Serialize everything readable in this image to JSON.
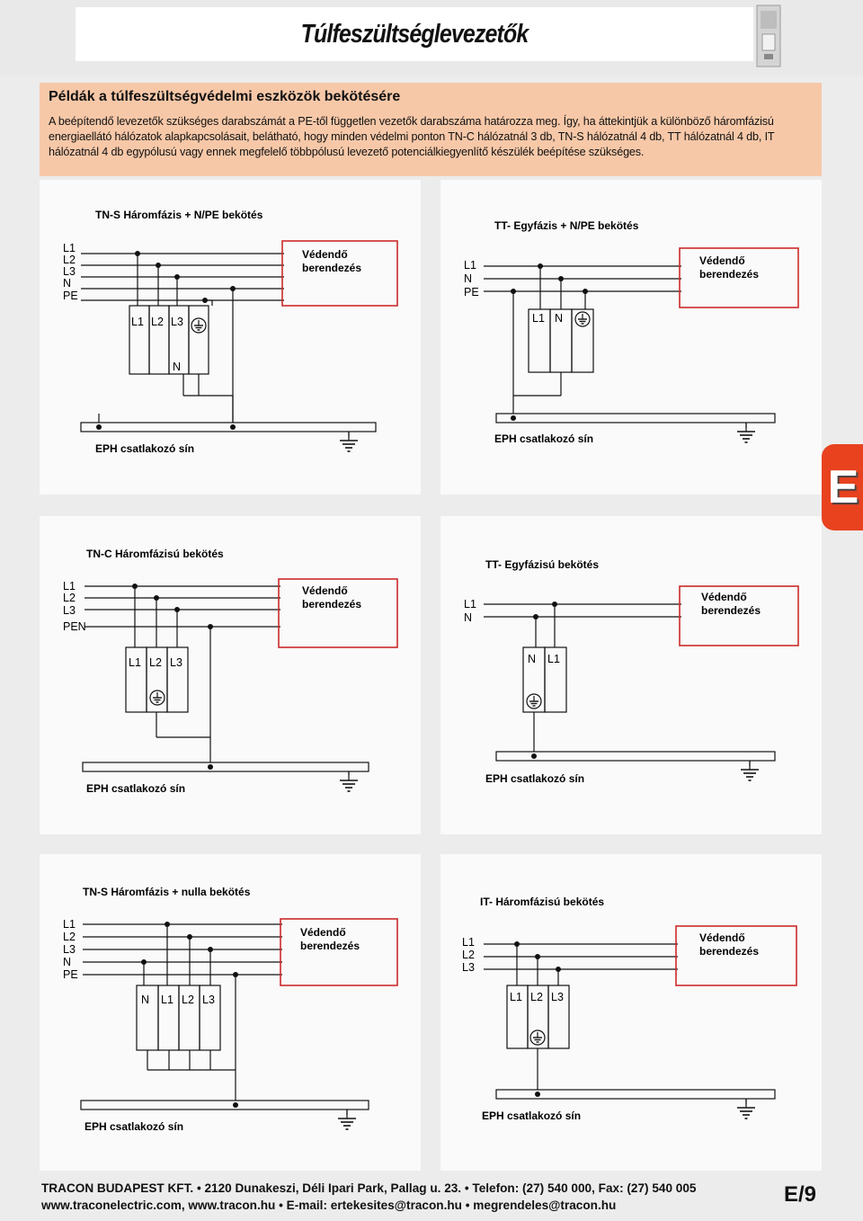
{
  "header": {
    "title": "Túlfeszültséglevezetők"
  },
  "intro": {
    "heading": "Példák a túlfeszültségvédelmi eszközök bekötésére",
    "text": "A beépítendő levezetők szükséges darabszámát a PE-től független vezetők darabszáma határozza meg. Így, ha áttekintjük a különböző háromfázisú energiaellátó hálózatok alapkapcsolásait, belátható, hogy minden védelmi ponton TN-C hálózatnál 3 db, TN-S hálózatnál 4 db, TT hálózatnál 4 db, IT hálózatnál 4 db egypólusú vagy ennek megfelelő többpólusú levezető potenciálkiegyenlítő készülék beépítése szükséges."
  },
  "common": {
    "device_line1": "Védendő",
    "device_line2": "berendezés",
    "eph": "EPH csatlakozó sín"
  },
  "diagrams": {
    "d1": {
      "title": "TN-S Háromfázis + N/PE bekötés",
      "lines": [
        "L1",
        "L2",
        "L3",
        "N",
        "PE"
      ],
      "modules": [
        "L1",
        "L2",
        "L3"
      ],
      "n_label": "N"
    },
    "d2": {
      "title": "TT- Egyfázis + N/PE bekötés",
      "lines": [
        "L1",
        "N",
        "PE"
      ],
      "modules": [
        "L1",
        "N"
      ]
    },
    "d3": {
      "title": "TN-C Háromfázisú bekötés",
      "lines": [
        "L1",
        "L2",
        "L3",
        "PEN"
      ],
      "modules": [
        "L1",
        "L2",
        "L3"
      ]
    },
    "d4": {
      "title": "TT- Egyfázisú bekötés",
      "lines": [
        "L1",
        "N"
      ],
      "modules": [
        "N",
        "L1"
      ]
    },
    "d5": {
      "title": "TN-S Háromfázis + nulla bekötés",
      "lines": [
        "L1",
        "L2",
        "L3",
        "N",
        "PE"
      ],
      "modules": [
        "N",
        "L1",
        "L2",
        "L3"
      ]
    },
    "d6": {
      "title": "IT- Háromfázisú bekötés",
      "lines": [
        "L1",
        "L2",
        "L3"
      ],
      "modules": [
        "L1",
        "L2",
        "L3"
      ]
    }
  },
  "side_tab": "E",
  "footer": {
    "line1": "TRACON BUDAPEST KFT. • 2120 Dunakeszi, Déli Ipari Park, Pallag u. 23. • Telefon: (27) 540 000, Fax: (27) 540 005",
    "line2": "www.traconelectric.com, www.tracon.hu • E-mail: ertekesites@tracon.hu • megrendeles@tracon.hu",
    "page": "E/9"
  },
  "colors": {
    "accent": "#e8421f",
    "intro_bg": "#f7c8a8",
    "box_border": "#cc2a2a"
  }
}
